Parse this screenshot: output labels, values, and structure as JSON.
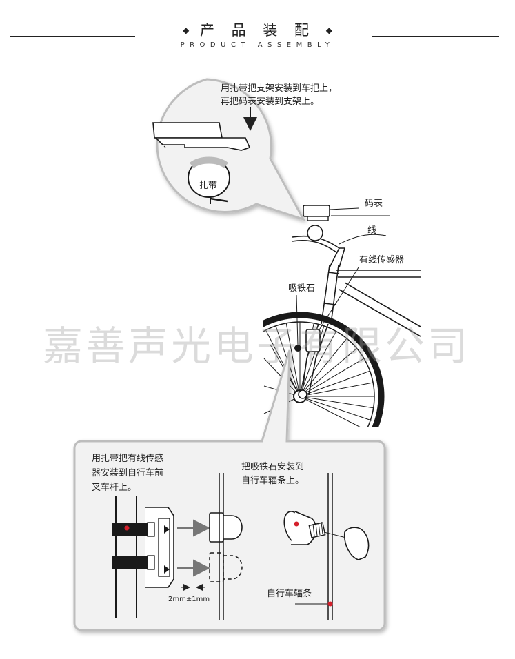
{
  "header": {
    "title": "产 品 装 配",
    "diamond": "◆",
    "subtitle": "PRODUCT ASSEMBLY"
  },
  "callout_top": {
    "instruction": [
      "用扎带把支架安装到车把上，",
      "再把码表安装到支架上。"
    ],
    "strap_label": "扎带"
  },
  "bike_labels": {
    "computer": "码表",
    "wire": "线",
    "wired_sensor": "有线传感器",
    "magnet": "吸铁石"
  },
  "watermark": "嘉善声光电子有限公司",
  "bottom_panel": {
    "sensor_instruction": [
      "用扎带把有线传感",
      "器安装到自行车前",
      "叉车杆上。"
    ],
    "magnet_instruction": [
      "把吸铁石安装到",
      "自行车辐条上。"
    ],
    "gap_label": "2mm±1mm",
    "spoke_label": "自行车辐条"
  },
  "colors": {
    "accent_red": "#d4202c",
    "line": "#222222",
    "panel_border": "#bdbdbd"
  }
}
